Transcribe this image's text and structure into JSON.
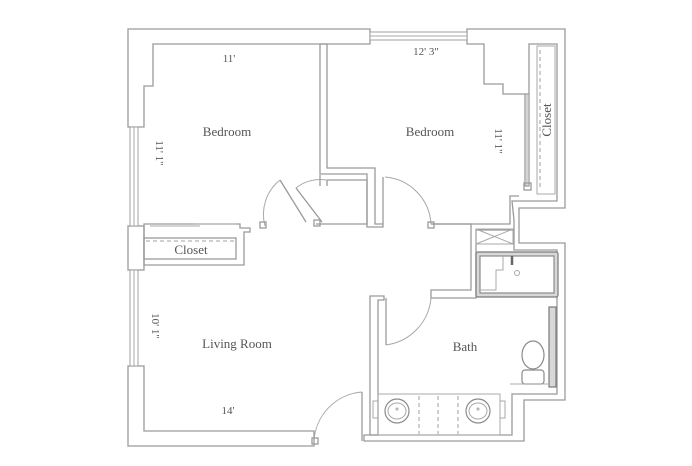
{
  "floor_plan": {
    "rooms": [
      {
        "name": "Bedroom",
        "id": "bedroom-1",
        "width": "11'",
        "depth": "11' 1\""
      },
      {
        "name": "Bedroom",
        "id": "bedroom-2",
        "width": "12' 3\"",
        "depth": "11' 1\""
      },
      {
        "name": "Living Room",
        "id": "living-room",
        "width": "14'",
        "depth": "10' 1\""
      },
      {
        "name": "Bath",
        "id": "bath"
      }
    ],
    "closets": [
      {
        "name": "Closet",
        "id": "closet-living"
      },
      {
        "name": "Closet",
        "id": "closet-bedroom-2"
      }
    ],
    "colors": {
      "wall": "#9a9a9a",
      "text": "#555555",
      "background": "#ffffff"
    }
  }
}
